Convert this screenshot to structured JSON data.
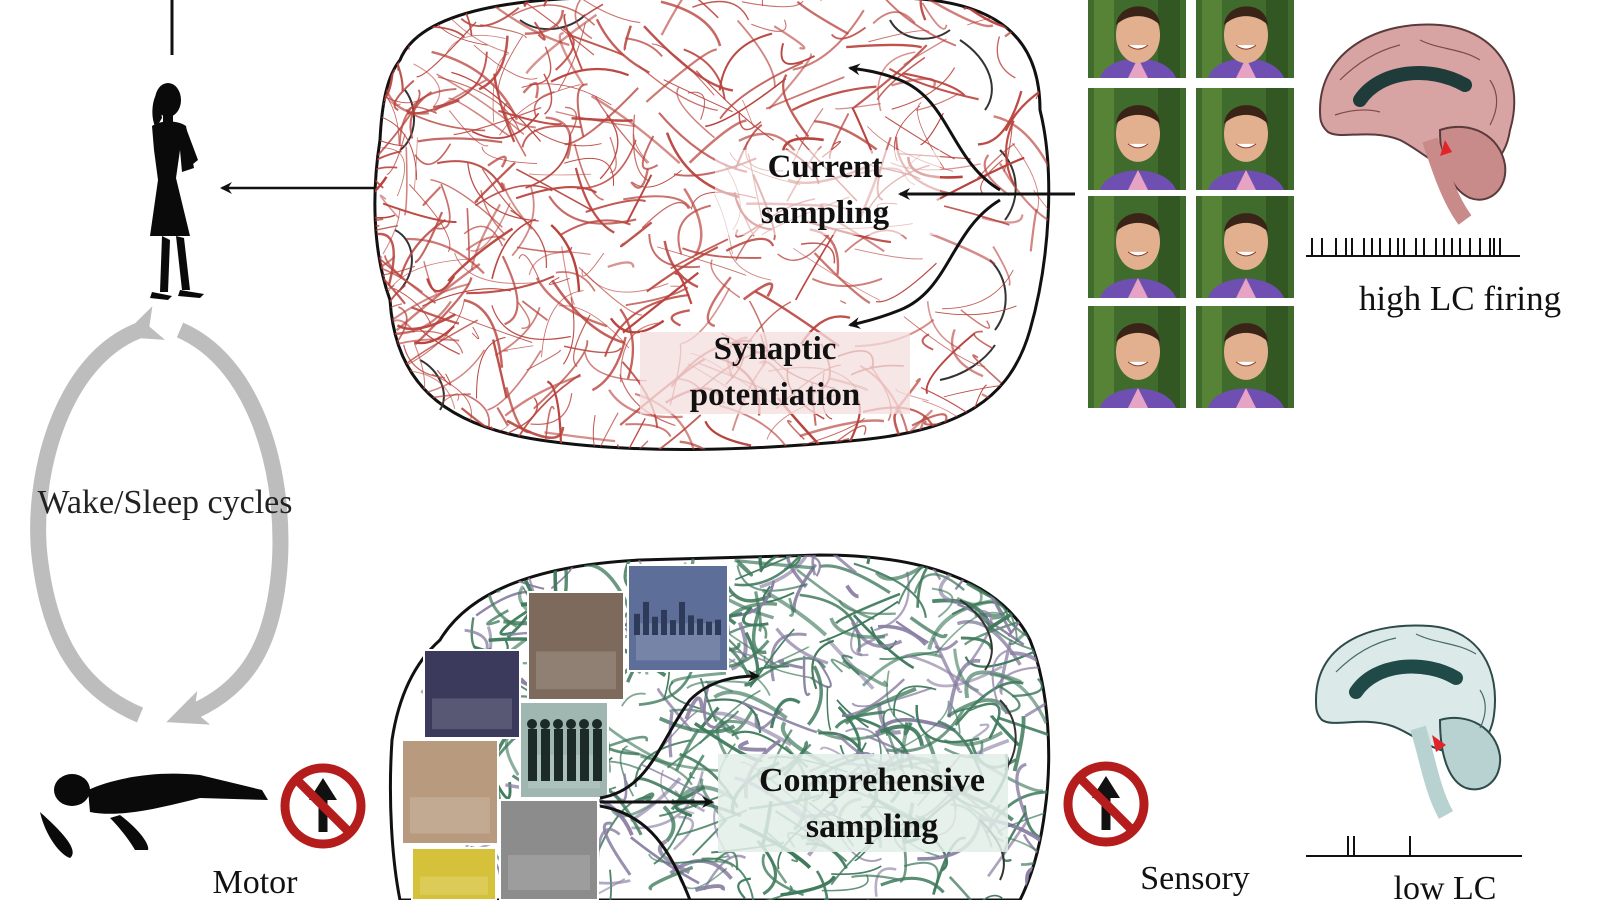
{
  "labels": {
    "cycle": "Wake/Sleep cycles",
    "current_sampling": "Current sampling",
    "synaptic_potentiation": "Synaptic potentiation",
    "comprehensive_sampling": "Comprehensive sampling",
    "high_lc_firing": "high LC firing",
    "motor": "Motor",
    "sensory": "Sensory",
    "low_lc": "low LC"
  },
  "colors": {
    "wake_fibers": "#b8423c",
    "sleep_fibers": "#3f7a5c",
    "sleep_fibers_light": "#8a7fa3",
    "wake_brainstem": "#c98a8a",
    "sleep_brainstem": "#6d9a98",
    "lc_marker": "#e0242a",
    "prohibit_red": "#b51c1c",
    "cycle_arrow": "#bdbdbd"
  },
  "icons": {
    "standing_person": "standing-woman-silhouette-icon",
    "lying_person": "sleeping-person-silhouette-icon",
    "no_entry_motor": "no-up-arrow-icon",
    "no_entry_sensory": "no-up-arrow-icon"
  }
}
